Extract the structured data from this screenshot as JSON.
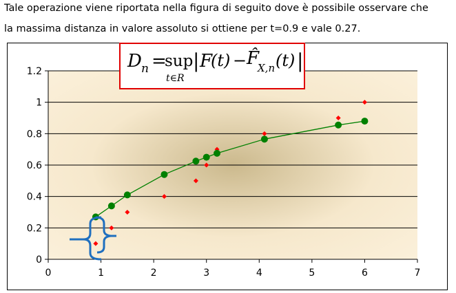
{
  "text": {
    "line1": "Tale operazione viene riportata nella figura di seguito dove è possibile osservare che",
    "line2": "la massima distanza in valore assoluto si ottiene per t=0.9 e vale 0.27."
  },
  "formula": {
    "lhs": "D",
    "lhs_sub": "n",
    "equals": "=",
    "sup": "sup",
    "sup_sub": "t∈R",
    "bar_left": "|",
    "F": "F",
    "paren_t": "(t)",
    "minus": "−",
    "F_hat": "F̂",
    "hat_sub": "X,n",
    "paren_t2": "(t)",
    "bar_right": "|"
  },
  "colors": {
    "fitted_series": "#008000",
    "empirical_series": "#ff0000",
    "brace": "#1f6fbf",
    "formula_border": "#e00000"
  },
  "chart_data": {
    "type": "scatter",
    "x_ticks": [
      "0",
      "1",
      "2",
      "3",
      "4",
      "5",
      "6",
      "7"
    ],
    "y_ticks": [
      "0",
      "0.2",
      "0.4",
      "0.6",
      "0.8",
      "1",
      "1.2"
    ],
    "xlim": [
      0,
      7
    ],
    "ylim": [
      0,
      1.2
    ],
    "grid": "horizontal",
    "series": [
      {
        "marker": "circle",
        "line": true,
        "points": [
          [
            0.9,
            0.27
          ],
          [
            1.2,
            0.34
          ],
          [
            1.5,
            0.41
          ],
          [
            2.2,
            0.54
          ],
          [
            2.8,
            0.625
          ],
          [
            3.0,
            0.65
          ],
          [
            3.2,
            0.675
          ],
          [
            4.1,
            0.765
          ],
          [
            5.5,
            0.855
          ],
          [
            6.0,
            0.88
          ]
        ]
      },
      {
        "marker": "diamond",
        "line": false,
        "points": [
          [
            0.9,
            0.1
          ],
          [
            1.2,
            0.2
          ],
          [
            1.5,
            0.3
          ],
          [
            2.2,
            0.4
          ],
          [
            2.8,
            0.5
          ],
          [
            3.0,
            0.6
          ],
          [
            3.2,
            0.7
          ],
          [
            4.1,
            0.8
          ],
          [
            5.5,
            0.9
          ],
          [
            6.0,
            1.0
          ]
        ]
      }
    ]
  }
}
